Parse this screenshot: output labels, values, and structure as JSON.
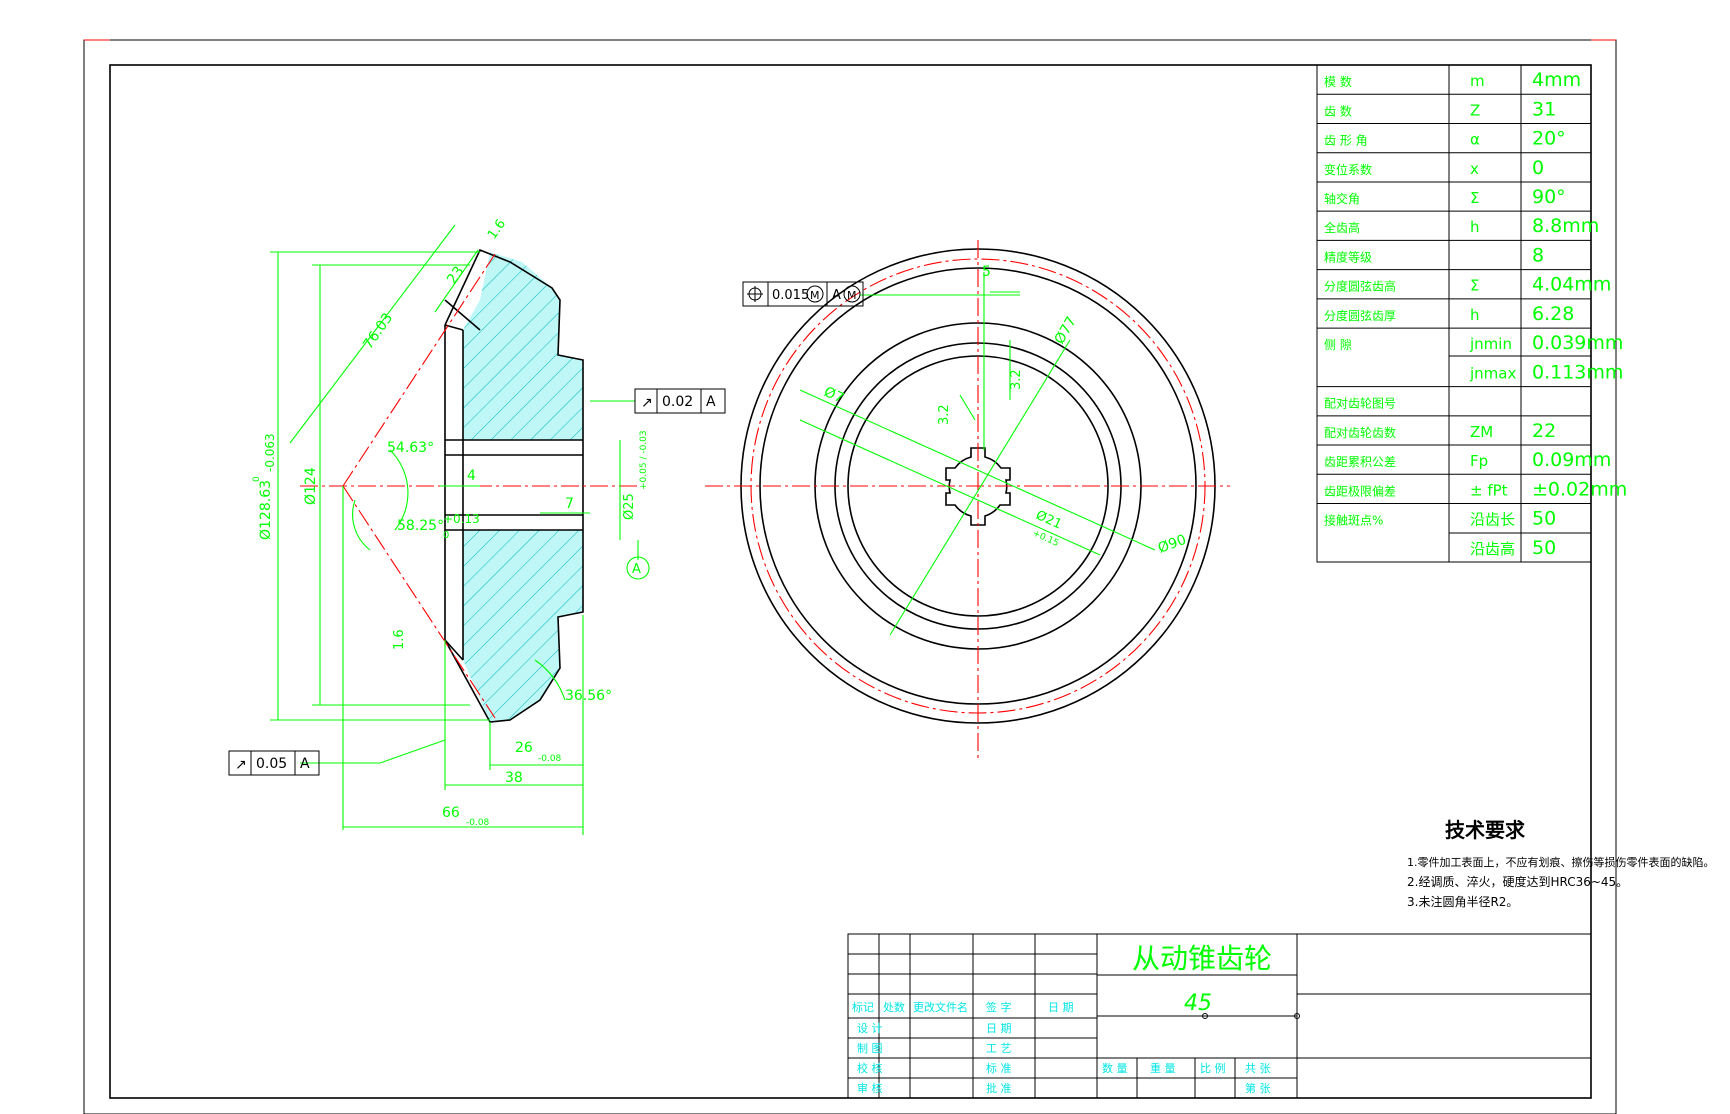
{
  "drawing_title": "从动锥齿轮",
  "material": "45",
  "params_table": [
    {
      "name": "模 数",
      "symbol": "m",
      "value": "4mm"
    },
    {
      "name": "齿 数",
      "symbol": "Z",
      "value": "31"
    },
    {
      "name": "齿 形 角",
      "symbol": "α",
      "value": "20°"
    },
    {
      "name": "变位系数",
      "symbol": "x",
      "value": "0"
    },
    {
      "name": "轴交角",
      "symbol": "Σ",
      "value": "90°"
    },
    {
      "name": "全齿高",
      "symbol": "h",
      "value": "8.8mm"
    },
    {
      "name": "精度等级",
      "symbol": "",
      "value": "8"
    },
    {
      "name": "分度圆弦齿高",
      "symbol": "Σ",
      "value": "4.04mm"
    },
    {
      "name": "分度圆弦齿厚",
      "symbol": "h",
      "value": "6.28"
    },
    {
      "name": "侧 隙",
      "symbol": "jnmin",
      "value": "0.039mm"
    },
    {
      "name": "",
      "symbol": "jnmax",
      "value": "0.113mm"
    },
    {
      "name": "配对齿轮图号",
      "symbol": "",
      "value": ""
    },
    {
      "name": "配对齿轮齿数",
      "symbol": "ZM",
      "value": "22"
    },
    {
      "name": "齿距累积公差",
      "symbol": "Fp",
      "value": "0.09mm"
    },
    {
      "name": "齿距极限偏差",
      "symbol": "± fPt",
      "value": "±0.02mm"
    },
    {
      "name": "接触斑点%",
      "symbol": "沿齿长",
      "value": "50"
    },
    {
      "name": "",
      "symbol": "沿齿高",
      "value": "50"
    }
  ],
  "tech_requirements": {
    "title": "技术要求",
    "items": [
      "1.零件加工表面上，不应有划痕、擦伤等损伤零件表面的缺陷。",
      "2.经调质、淬火，硬度达到HRC36~45。",
      "3.未注圆角半径R2。"
    ]
  },
  "title_block": {
    "row_labels": [
      "标记",
      "处数",
      "更改文件名",
      "签 字",
      "日 期"
    ],
    "design": "设 计",
    "draw": "制 图",
    "check": "校 核",
    "review": "审 核",
    "date": "日 期",
    "process": "工 艺",
    "standard": "标 准",
    "approve": "批 准",
    "qty": "数 量",
    "weight": "重 量",
    "scale": "比 例",
    "total": "共 张",
    "sheet": "第 张"
  },
  "side_view_dims": {
    "d1": "Ø128.63",
    "d1_tol_upper": "0",
    "d1_tol_lower": "-0.063",
    "d2": "Ø124",
    "len_76": "76.03",
    "len_23": "23",
    "rough_16_top": "1.6",
    "rough_16_bot": "1.6",
    "ang_5463": "54.63°",
    "ang_5825": "58.25°",
    "tol_013": "+0.13",
    "tol_0": "0",
    "dim_4": "4",
    "dim_7": "7",
    "bore": "Ø25",
    "bore_tol": "+0.05 / -0.03",
    "ang_3656": "36.56°",
    "dim_26": "26",
    "dim_26_tol": "-0.08",
    "dim_38": "38",
    "dim_66": "66",
    "dim_66_tol": "-0.08",
    "runout_top": "0.02",
    "runout_bot": "0.05",
    "datum": "A"
  },
  "front_view_dims": {
    "position_tol": "0.015",
    "mod_m": "M",
    "datum": "A",
    "dim_5": "5",
    "d77": "Ø77",
    "d7": "Ø7",
    "rough_32a": "3.2",
    "rough_32b": "3.2",
    "d21": "Ø21",
    "d21_tol": "+0.15",
    "d90": "Ø90"
  }
}
